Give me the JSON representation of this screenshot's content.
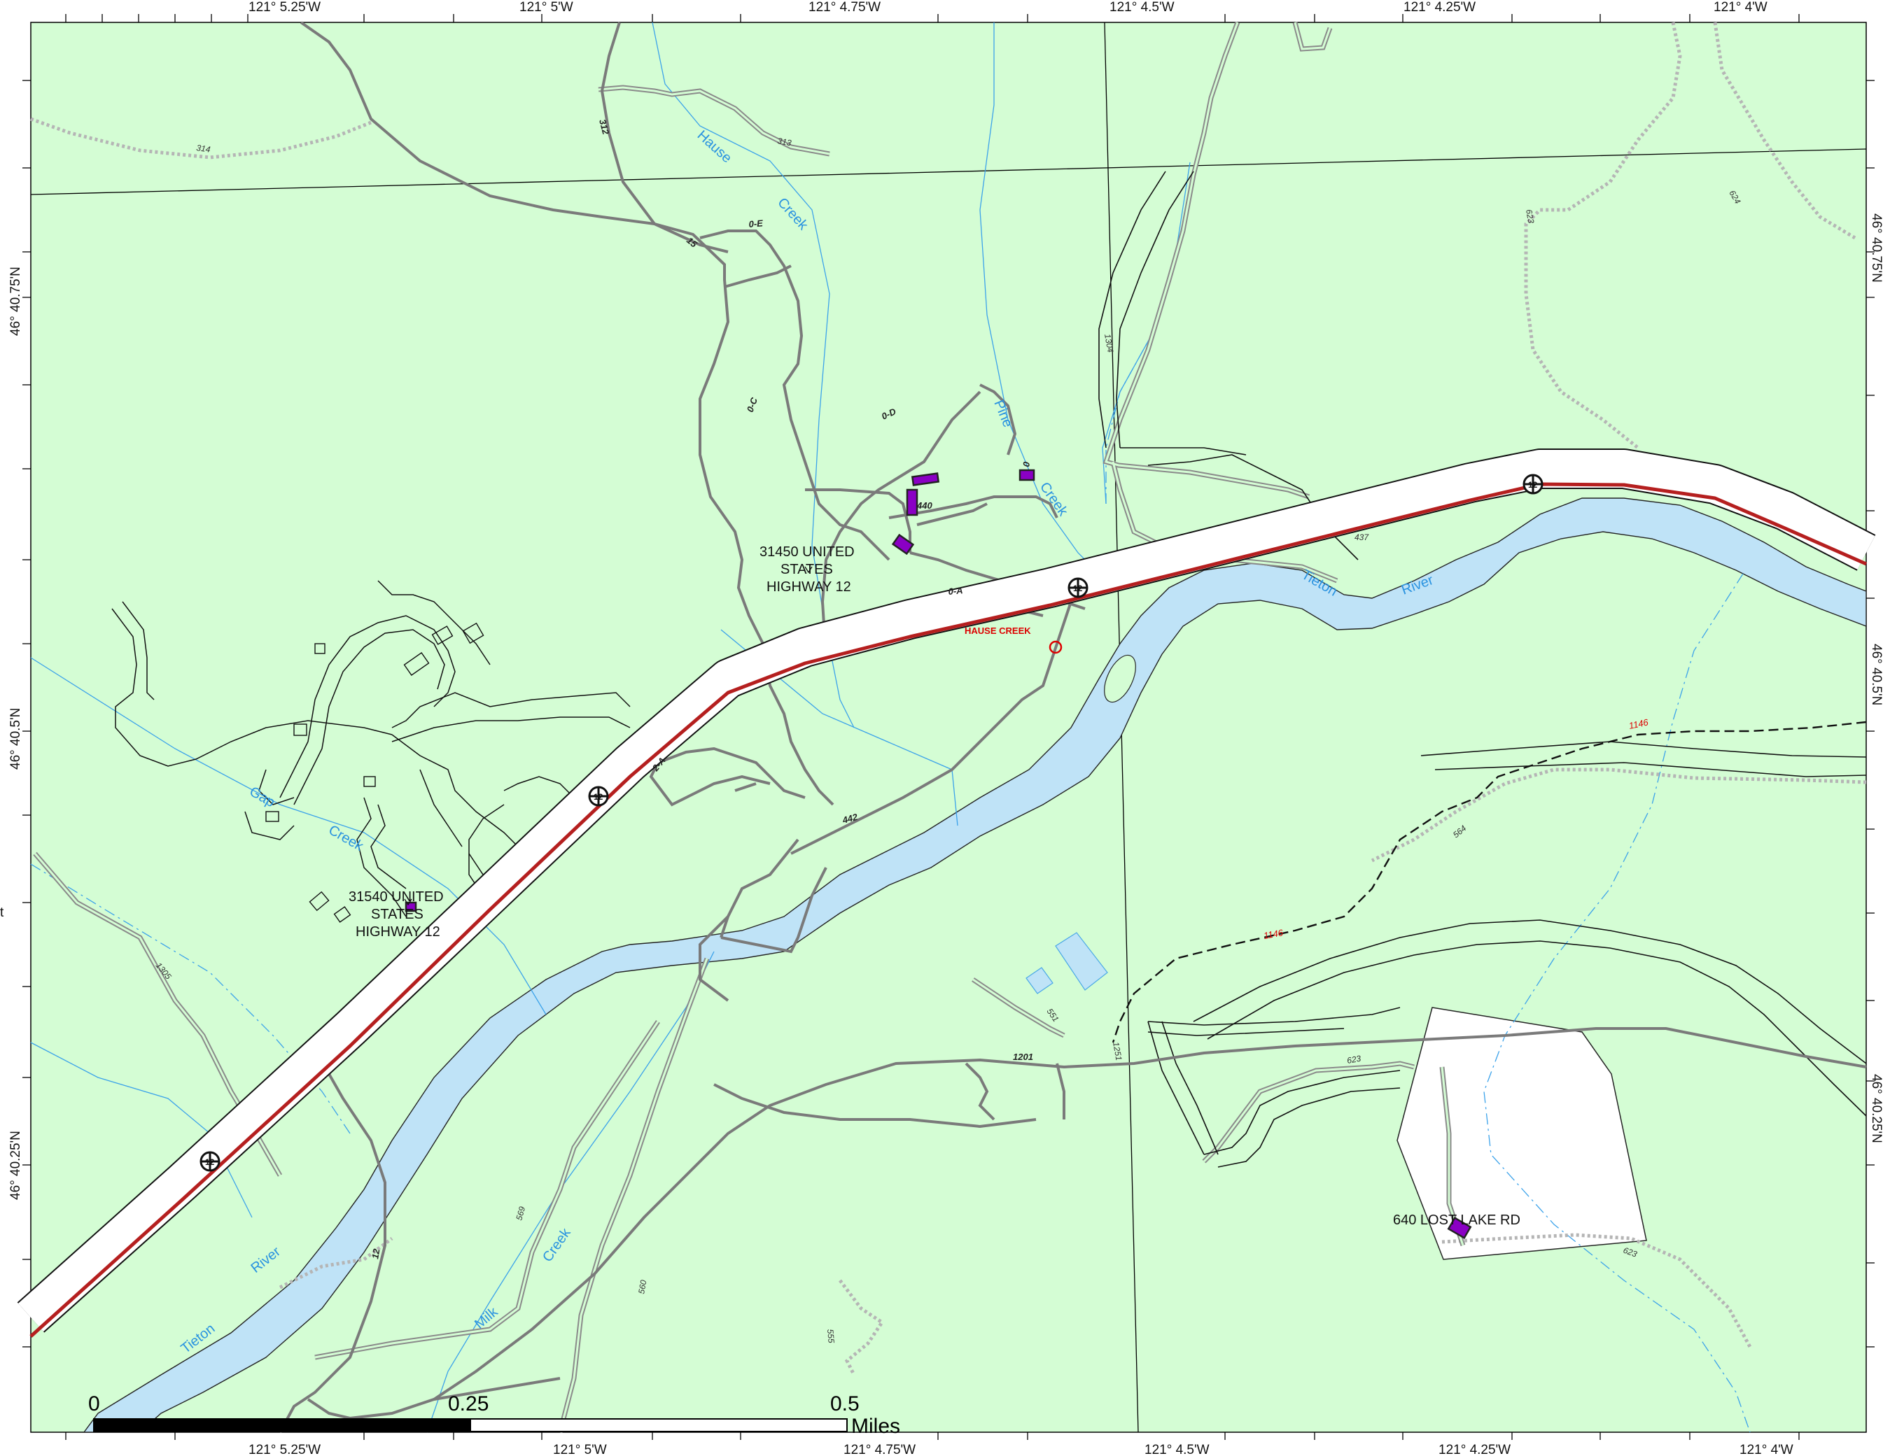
{
  "map": {
    "colors": {
      "land": "#d4fdd4",
      "water": "#bfe3f7",
      "highway_center": "#b51f1f",
      "road": "#7a7a7a",
      "stream": "#3ba2ea",
      "trail": "#b5b5b5",
      "parcel": "#ffffff",
      "building": "#8a00c4"
    },
    "top_coords": [
      "121° 5.25'W",
      "121° 5'W",
      "121° 4.75'W",
      "121° 4.5'W",
      "121° 4.25'W",
      "121° 4'W"
    ],
    "bottom_coords": [
      "121° 5.25'W",
      "121° 5'W",
      "121° 4.75'W",
      "121° 4.5'W",
      "121° 4.25'W",
      "121° 4'W"
    ],
    "left_coords": [
      "46° 40.75'N",
      "46° 40.5'N",
      "46° 40.25'N"
    ],
    "right_coords": [
      "46° 40.75'N",
      "46° 40.5'N",
      "46° 40.25'N"
    ],
    "edge_fragment": "t",
    "addresses": {
      "a1_line1": "31450 UNITED",
      "a1_line2": "STATES",
      "a1_line3": "HIGHWAY 12",
      "a2_line1": "31540 UNITED",
      "a2_line2": "STATES",
      "a2_line3": "HIGHWAY 12",
      "a3": "640 LOST LAKE RD"
    },
    "water_labels": {
      "hause": "Hause",
      "hause_creek": "Creek",
      "pine": "Pine",
      "pine_creek": "Creek",
      "tieton_upper": "Tieton",
      "river_upper": "River",
      "tieton_lower": "Tieton",
      "river_lower": "River",
      "milk": "Milk",
      "milk_creek": "Creek",
      "gap": "Gap",
      "gap_creek": "Creek"
    },
    "hause_creek_label": "HAUSE CREEK",
    "road_labels": {
      "r312": "312",
      "r15": "15",
      "r0e": "0-E",
      "r0c": "0-C",
      "r0d": "0-D",
      "r440": "440",
      "r0": "0",
      "r0a": "0-A",
      "r2a": "2-A",
      "r442": "442",
      "r12": "12",
      "r1201": "1201"
    },
    "contour_labels": {
      "c314": "314",
      "c313": "313",
      "c623a": "623",
      "c624": "624",
      "c1304": "1304",
      "c437": "437",
      "c564": "564",
      "c1305": "1305",
      "c551": "551",
      "c1251": "1251",
      "c623b": "623",
      "c569": "569",
      "c560": "560",
      "c555": "555",
      "c623c": "623"
    },
    "trail_labels": {
      "t1146a": "1146",
      "t1146b": "1146"
    },
    "shield_number": "12",
    "scale": {
      "l0": "0",
      "l025": "0.25",
      "l05": "0.5",
      "unit": "Miles"
    }
  }
}
